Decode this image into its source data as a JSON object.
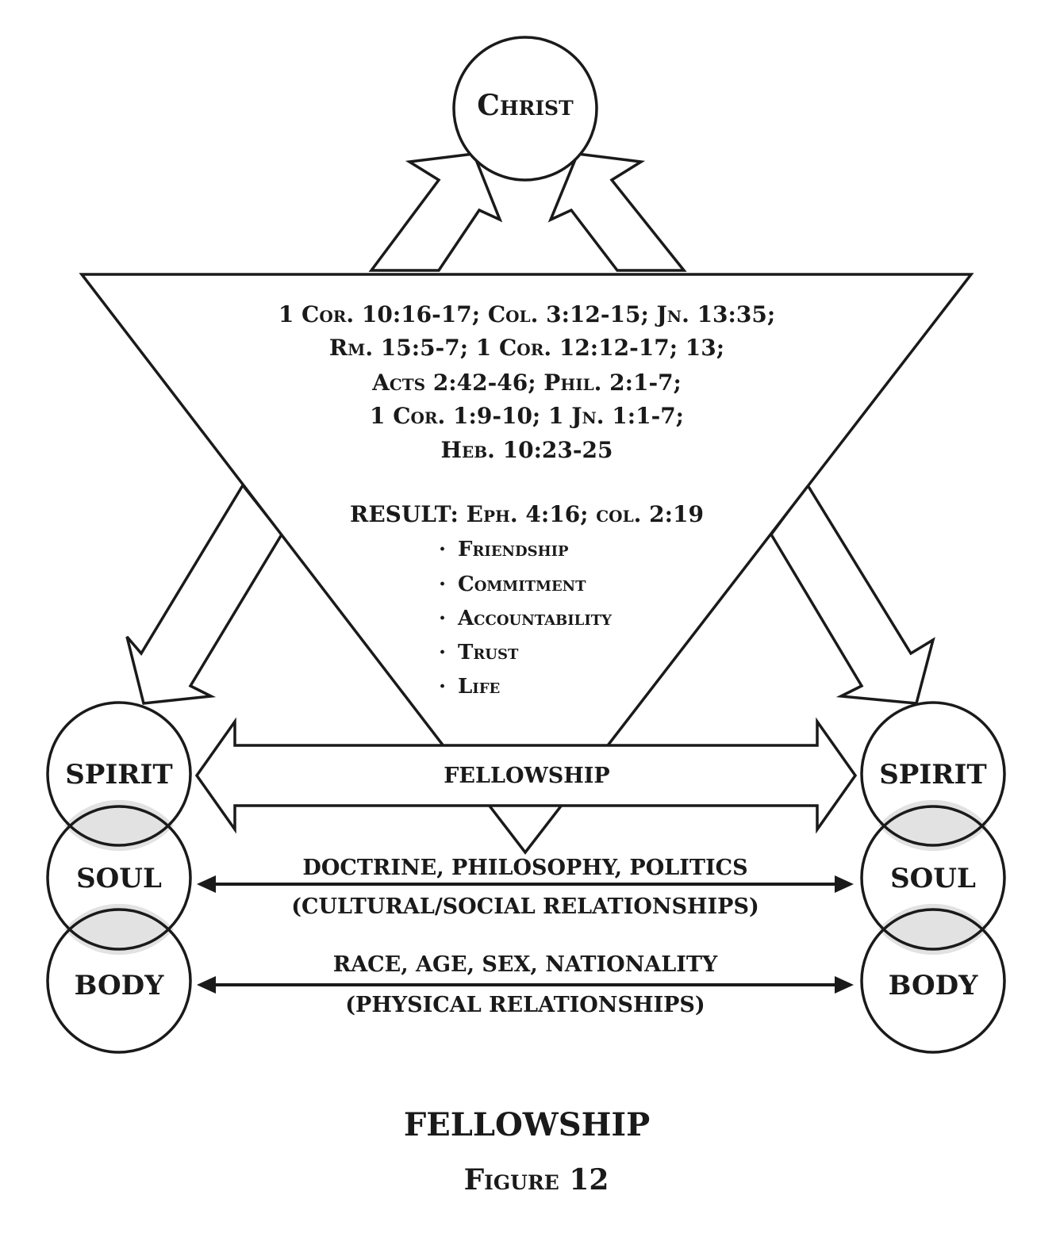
{
  "top_node": {
    "label": "Christ"
  },
  "scriptures": [
    "1 Cor. 10:16-17; Col. 3:12-15; Jn. 13:35;",
    "Rm. 15:5-7; 1 Cor. 12:12-17; 13;",
    "Acts 2:42-46; Phil. 2:1-7;",
    "1 Cor. 1:9-10; 1 Jn. 1:1-7;",
    "Heb. 10:23-25"
  ],
  "result": {
    "heading": "RESULT: Eph. 4:16; col. 2:19",
    "items": [
      "Friendship",
      "Commitment",
      "Accountability",
      "Trust",
      "Life"
    ]
  },
  "left_person": {
    "spirit": "SPIRIT",
    "soul": "SOUL",
    "body": "BODY"
  },
  "right_person": {
    "spirit": "SPIRIT",
    "soul": "SOUL",
    "body": "BODY"
  },
  "relations": {
    "spirit": {
      "label": "FELLOWSHIP"
    },
    "soul": {
      "line1": "DOCTRINE, PHILOSOPHY, POLITICS",
      "line2": "(CULTURAL/SOCIAL RELATIONSHIPS)"
    },
    "body": {
      "line1": "RACE, AGE, SEX, NATIONALITY",
      "line2": "(PHYSICAL RELATIONSHIPS)"
    }
  },
  "caption": {
    "title": "FELLOWSHIP",
    "subtitle": "Figure 12"
  },
  "colors": {
    "ink": "#1a1a1a",
    "overlap_fill": "#e2e2e2",
    "background": "#ffffff"
  }
}
